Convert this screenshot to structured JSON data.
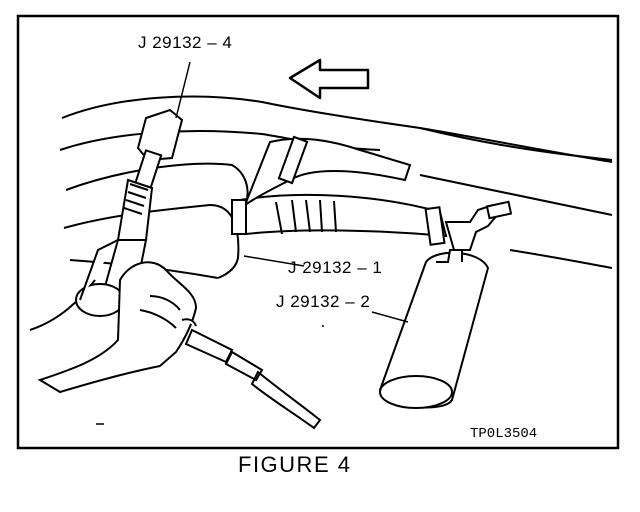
{
  "labels": {
    "tool_4": "J 29132 – 4",
    "tool_1": "J 29132 – 1",
    "tool_2": "J 29132 – 2"
  },
  "figure_code": "TP0L3504",
  "caption": "FIGURE 4"
}
